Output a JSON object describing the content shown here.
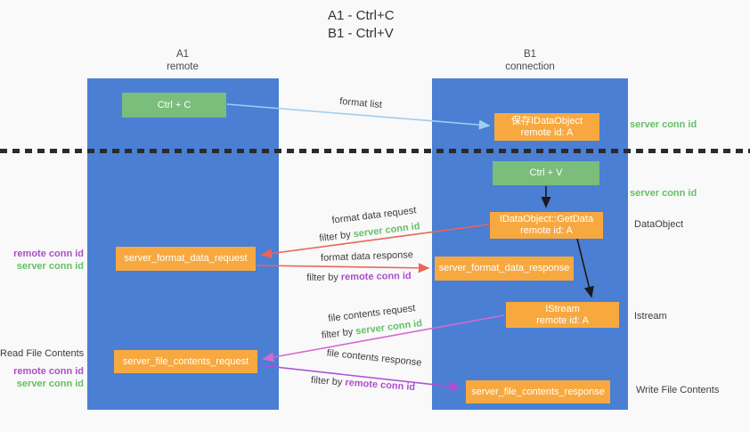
{
  "title": {
    "line1": "A1 - Ctrl+C",
    "line2": "B1 - Ctrl+V"
  },
  "lanes": {
    "left": {
      "id": "A1",
      "name": "remote"
    },
    "right": {
      "id": "B1",
      "name": "connection"
    }
  },
  "nodes": {
    "ctrl_c": {
      "label": "Ctrl + C"
    },
    "ctrl_v": {
      "label": "Ctrl + V"
    },
    "save_idataobject": {
      "line1": "保存IDataObject",
      "line2": "remote id: A"
    },
    "getdata": {
      "line1": "IDataObject::GetData",
      "line2": "remote id: A"
    },
    "istream": {
      "line1": "IStream",
      "line2": "remote id: A"
    },
    "server_format_data_request": {
      "label": "server_format_data_request"
    },
    "server_format_data_response": {
      "label": "server_format_data_response"
    },
    "server_file_contents_request": {
      "label": "server_file_contents_request"
    },
    "server_file_contents_response": {
      "label": "server_file_contents_response"
    }
  },
  "side_labels": {
    "server_conn_id_top": "server conn id",
    "server_conn_id_mid": "server conn id",
    "dataobject": "DataObject",
    "istream": "Istream",
    "write_file_contents": "Write File Contents",
    "read_file_contents": "Read File Contents",
    "remote_conn_id_1": "remote conn id",
    "server_conn_id_1": "server conn id",
    "remote_conn_id_2": "remote conn id",
    "server_conn_id_2": "server conn id"
  },
  "arrows": {
    "format_list": {
      "label": "format list"
    },
    "format_data_request": {
      "label": "format data request",
      "filter_prefix": "filter by",
      "filter_value": "server conn id"
    },
    "format_data_response": {
      "label": "format data response",
      "filter_prefix": "filter by",
      "filter_value": "remote conn id"
    },
    "file_contents_request": {
      "label": "file contents request",
      "filter_prefix": "filter by",
      "filter_value": "server conn id"
    },
    "file_contents_response": {
      "label": "file contents response",
      "filter_prefix": "filter by",
      "filter_value": "remote conn id"
    }
  },
  "colors": {
    "lane_blue": "#4a7fd4",
    "box_green": "#7bbd7b",
    "box_orange": "#f7a940",
    "text_green": "#64c064",
    "text_purple": "#ab4fc9",
    "arrow_light_blue": "#9fcdf2",
    "arrow_red": "#ea6559",
    "arrow_pink": "#d767d3",
    "arrow_purple": "#b04fd4",
    "arrow_black": "#1a1a1a"
  }
}
